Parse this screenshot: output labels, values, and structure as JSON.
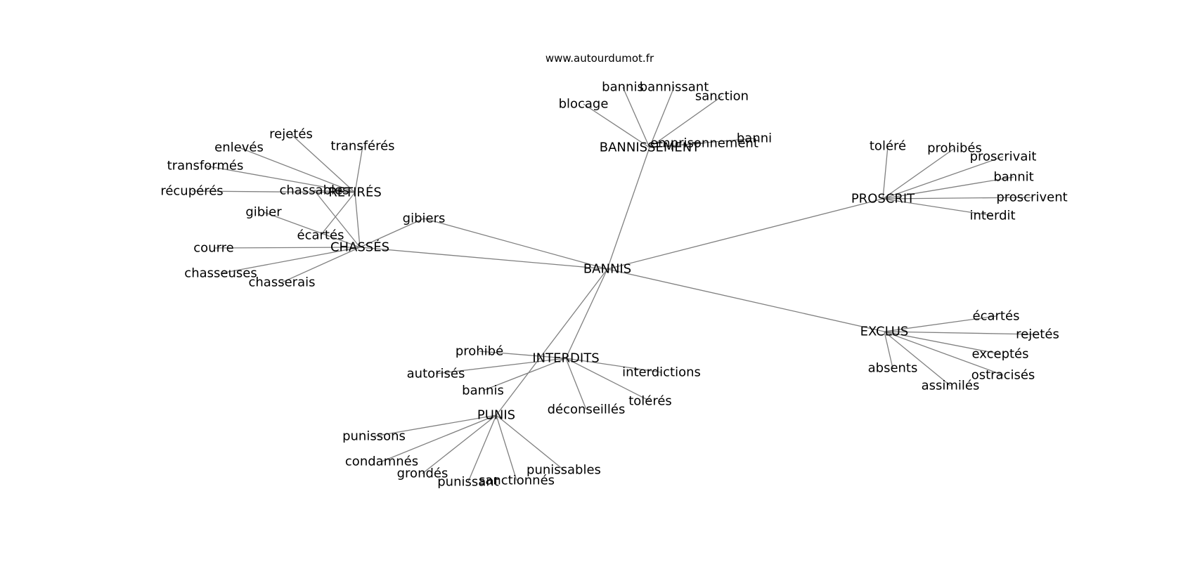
{
  "watermark": "www.autourdumot.fr",
  "style": {
    "edge_color": "#808080",
    "text_color": "#000000",
    "background": "#ffffff"
  },
  "nodes": {
    "bannis_center": "BANNIS",
    "bannissement": "BANNISSEMENT",
    "retires": "RETIRÉS",
    "chasses": "CHASSÉS",
    "gibiers": "gibiers",
    "proscrit": "PROSCRIT",
    "exclus": "EXCLUS",
    "interdits": "INTERDITS",
    "punis": "PUNIS",
    "bannis_small": "bannis",
    "bannissant": "bannissant",
    "sanction": "sanction",
    "blocage": "blocage",
    "emprisonnement": "emprisonnement",
    "banni": "banni",
    "rejetes_1": "rejetés",
    "enleves": "enlevés",
    "transferes": "transférés",
    "transformes": "transformés",
    "recuperes": "récupérés",
    "chassables": "chassables",
    "gibier": "gibier",
    "ecartes_1": "écartés",
    "courre": "courre",
    "chasseuses": "chasseuses",
    "chasserais": "chasserais",
    "tolere": "toléré",
    "prohibes": "prohibés",
    "proscrivait": "proscrivait",
    "bannit": "bannit",
    "proscrivent": "proscrivent",
    "interdit": "interdit",
    "ecartes_2": "écartés",
    "rejetes_2": "rejetés",
    "exceptes": "exceptés",
    "absents": "absents",
    "ostracises": "ostracisés",
    "assimiles": "assimilés",
    "prohibe": "prohibé",
    "autorises": "autorisés",
    "bannis_interdits": "bannis",
    "interdictions": "interdictions",
    "tolerees": "tolérés",
    "deconseilles": "déconseillés",
    "punissons": "punissons",
    "condamnes": "condamnés",
    "grondes": "grondés",
    "punissant": "punissant",
    "sanctionnes": "sanctionnés",
    "punissables": "punissables"
  },
  "edges": [
    [
      "bannis_center",
      "bannissement"
    ],
    [
      "bannis_center",
      "gibiers"
    ],
    [
      "bannis_center",
      "chasses"
    ],
    [
      "bannis_center",
      "proscrit"
    ],
    [
      "bannis_center",
      "exclus"
    ],
    [
      "bannis_center",
      "interdits"
    ],
    [
      "bannis_center",
      "punis"
    ],
    [
      "bannissement",
      "bannis_small"
    ],
    [
      "bannissement",
      "bannissant"
    ],
    [
      "bannissement",
      "sanction"
    ],
    [
      "bannissement",
      "blocage"
    ],
    [
      "bannissement",
      "emprisonnement"
    ],
    [
      "bannissement",
      "banni"
    ],
    [
      "retires",
      "rejetes_1"
    ],
    [
      "retires",
      "enleves"
    ],
    [
      "retires",
      "transferes"
    ],
    [
      "retires",
      "transformes"
    ],
    [
      "retires",
      "recuperes"
    ],
    [
      "retires",
      "chassables"
    ],
    [
      "retires",
      "ecartes_1"
    ],
    [
      "retires",
      "chasses"
    ],
    [
      "chasses",
      "gibiers"
    ],
    [
      "chasses",
      "gibier"
    ],
    [
      "chasses",
      "courre"
    ],
    [
      "chasses",
      "chasseuses"
    ],
    [
      "chasses",
      "chasserais"
    ],
    [
      "chasses",
      "chassables"
    ],
    [
      "proscrit",
      "tolere"
    ],
    [
      "proscrit",
      "prohibes"
    ],
    [
      "proscrit",
      "proscrivait"
    ],
    [
      "proscrit",
      "bannit"
    ],
    [
      "proscrit",
      "proscrivent"
    ],
    [
      "proscrit",
      "interdit"
    ],
    [
      "exclus",
      "ecartes_2"
    ],
    [
      "exclus",
      "rejetes_2"
    ],
    [
      "exclus",
      "exceptes"
    ],
    [
      "exclus",
      "absents"
    ],
    [
      "exclus",
      "ostracises"
    ],
    [
      "exclus",
      "assimiles"
    ],
    [
      "interdits",
      "prohibe"
    ],
    [
      "interdits",
      "autorises"
    ],
    [
      "interdits",
      "bannis_interdits"
    ],
    [
      "interdits",
      "interdictions"
    ],
    [
      "interdits",
      "tolerees"
    ],
    [
      "interdits",
      "deconseilles"
    ],
    [
      "punis",
      "punissons"
    ],
    [
      "punis",
      "condamnes"
    ],
    [
      "punis",
      "grondes"
    ],
    [
      "punis",
      "punissant"
    ],
    [
      "punis",
      "sanctionnes"
    ],
    [
      "punis",
      "punissables"
    ]
  ]
}
